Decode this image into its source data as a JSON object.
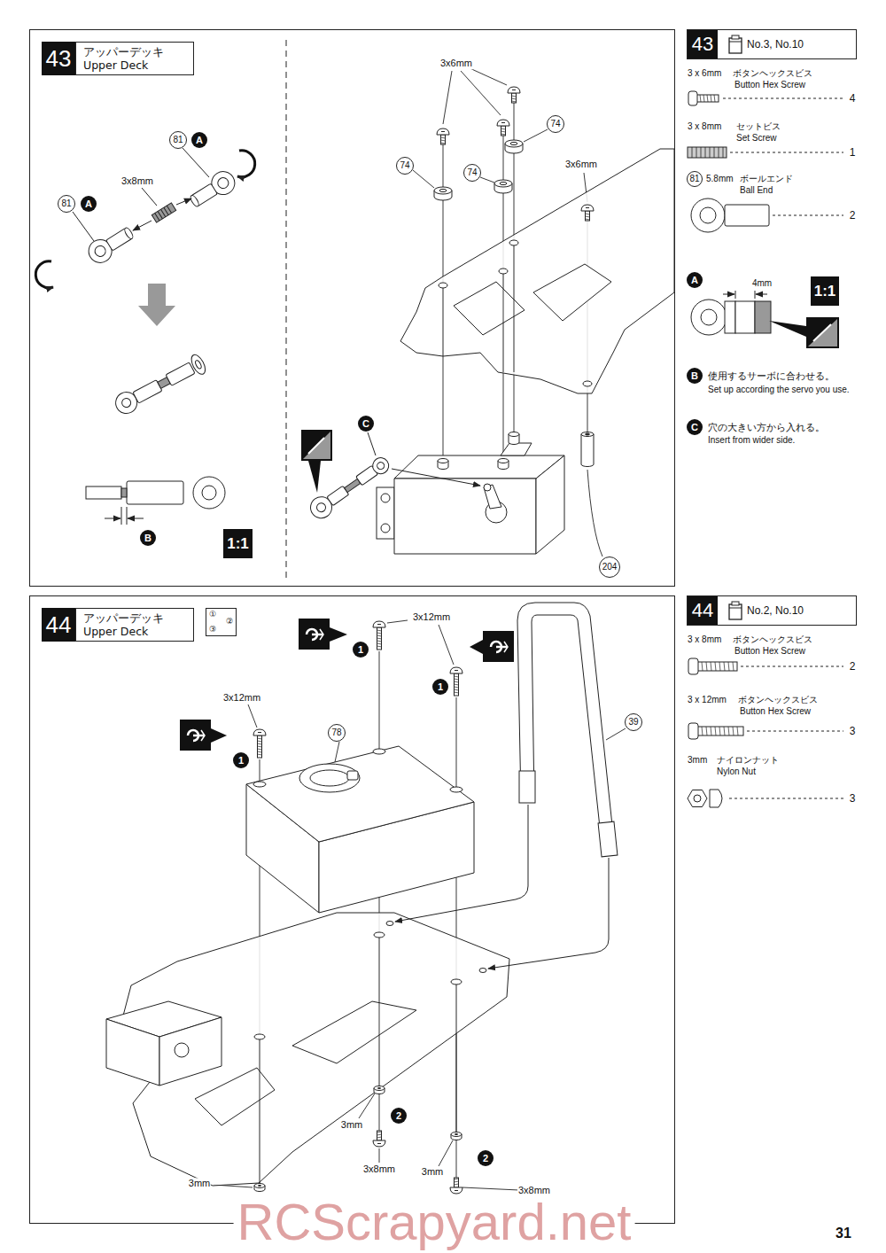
{
  "diagram": {
    "nodes": [
      {
        "text": [
          "43",
          "アッパーデッキ Upper Deck"
        ]
      },
      {
        "text": [
          "81"
        ],
        "in": 0
      },
      {
        "text": [
          "A"
        ],
        "in": 0
      },
      {
        "text": [
          "81"
        ],
        "in": 0
      },
      {
        "text": [
          "A"
        ],
        "in": 0
      },
      {
        "text": [
          "B"
        ],
        "in": 0
      },
      {
        "text": [
          "1:1"
        ],
        "in": 0
      },
      {
        "text": [
          "74"
        ],
        "in": 0
      },
      {
        "text": [
          "74"
        ],
        "in": 0
      },
      {
        "text": [
          "74"
        ],
        "in": 0
      },
      {
        "text": [
          "C"
        ],
        "in": 0
      },
      {
        "text": [
          "204"
        ],
        "in": 0
      },
      {
        "text": [
          "43",
          "No.3, No.10"
        ]
      },
      {
        "text": [
          "81"
        ]
      },
      {
        "text": [
          "A"
        ]
      },
      {
        "text": [
          "1:1"
        ]
      },
      {
        "text": [
          "B"
        ]
      },
      {
        "text": [
          "C"
        ]
      },
      {
        "text": [
          "44",
          "アッパーデッキ Upper Deck"
        ]
      },
      {
        "text": [
          "①",
          "②",
          "③"
        ],
        "in": 18
      },
      {
        "text": [
          "1"
        ],
        "in": 18
      },
      {
        "text": [
          "1"
        ],
        "in": 18
      },
      {
        "text": [
          "78"
        ],
        "in": 18
      },
      {
        "text": [
          "39"
        ],
        "in": 18
      },
      {
        "text": [
          "1"
        ],
        "in": 18
      },
      {
        "text": [
          "2"
        ],
        "in": 18
      },
      {
        "text": [
          "2"
        ],
        "in": 18
      },
      {
        "text": [
          "44",
          "No.2, No.10"
        ]
      }
    ],
    "labels": [
      "3x8mm",
      "3x6mm",
      "3x6mm",
      "3 x 6mm",
      "ボタンヘックスビス",
      "Button Hex Screw",
      "4",
      "3 x 8mm",
      "セットビス",
      "Set Screw",
      "1",
      "5.8mm",
      "ボールエンド",
      "Ball End",
      "2",
      "4mm",
      "使用するサーボに合わせる。",
      "Set up according the servo you use.",
      "穴の大きい方から入れる。",
      "Insert from wider side.",
      "3x12mm",
      "3x12mm",
      "3mm",
      "3x8mm",
      "3mm",
      "3x8mm",
      "3mm",
      "3 x 8mm",
      "ボタンヘックスビス",
      "Button Hex Screw",
      "2",
      "3 x 12mm",
      "ボタンヘックスビス",
      "Button Hex Screw",
      "3",
      "3mm",
      "ナイロンナット",
      "Nylon Nut",
      "3",
      "31",
      "RCScrapyard.net"
    ]
  }
}
